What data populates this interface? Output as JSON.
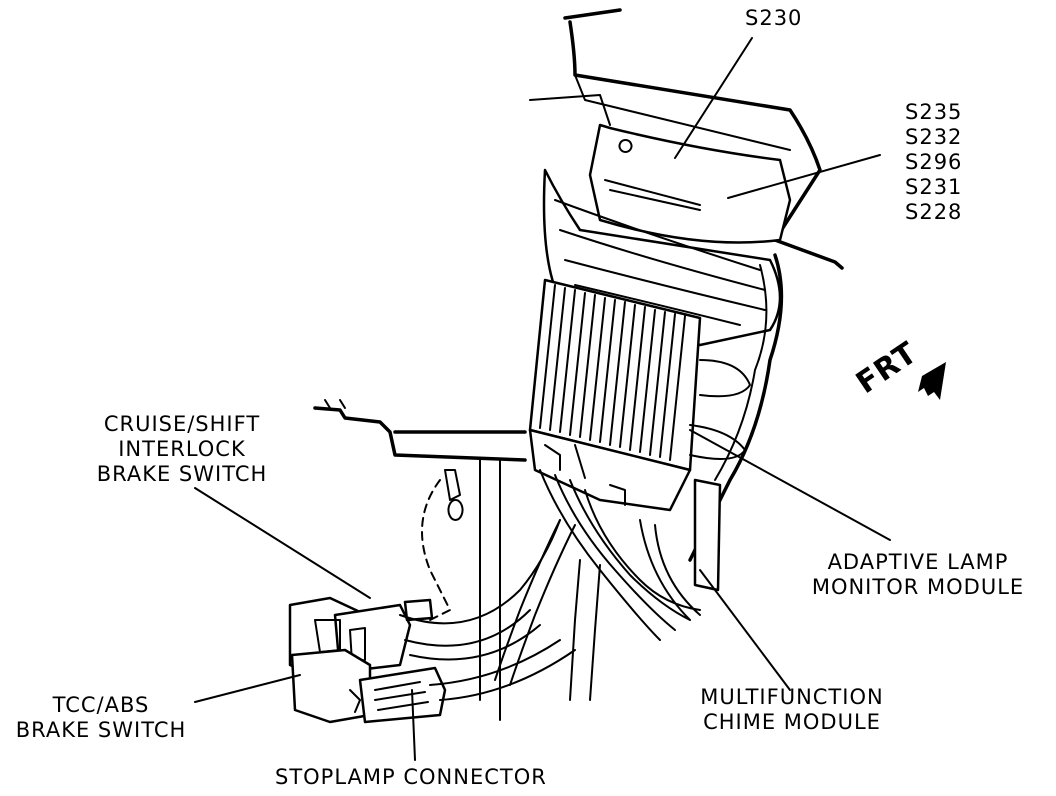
{
  "labels": {
    "s230": "S230",
    "splice_group": [
      "S235",
      "S232",
      "S296",
      "S231",
      "S228"
    ],
    "cruise_shift": [
      "CRUISE/SHIFT",
      "INTERLOCK",
      "BRAKE SWITCH"
    ],
    "adaptive_lamp": [
      "ADAPTIVE LAMP",
      "MONITOR MODULE"
    ],
    "frt": "FRT",
    "tcc_abs": [
      "TCC/ABS",
      "BRAKE SWITCH"
    ],
    "multifunction": [
      "MULTIFUNCTION",
      "CHIME MODULE"
    ],
    "stoplamp": "STOPLAMP CONNECTOR"
  }
}
